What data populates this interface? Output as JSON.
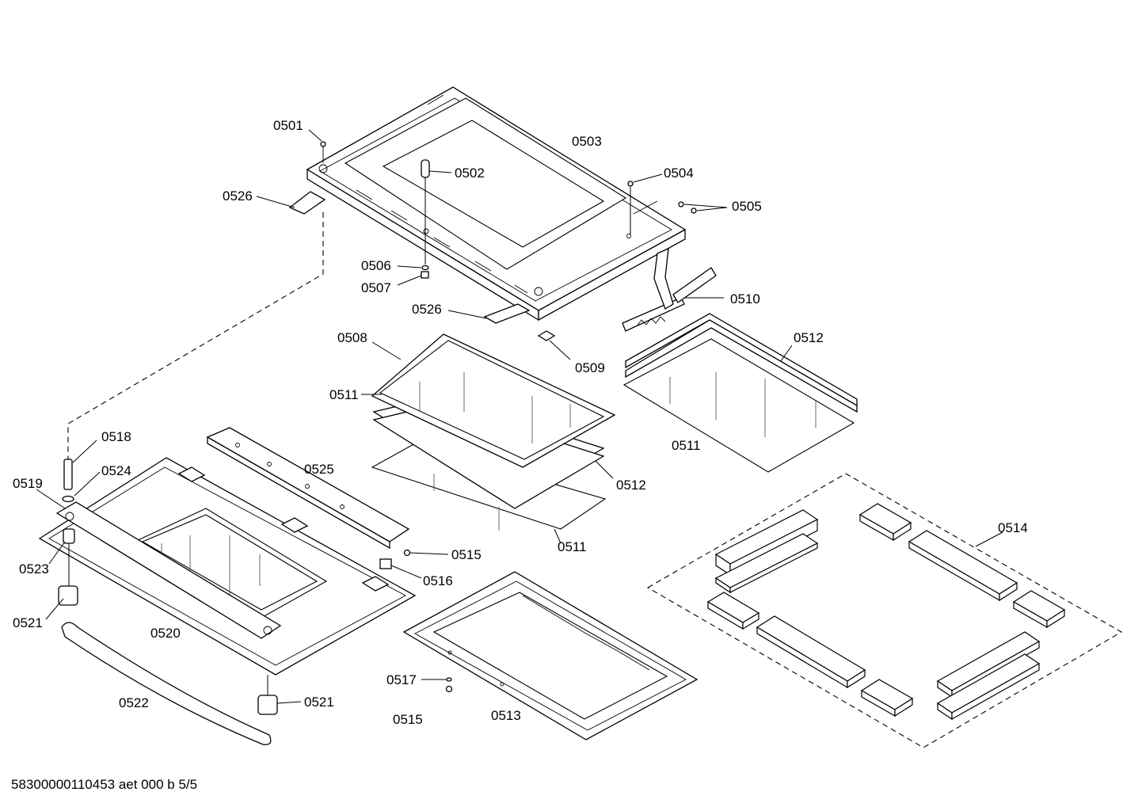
{
  "labels": {
    "p0501": "0501",
    "p0502": "0502",
    "p0503": "0503",
    "p0504": "0504",
    "p0505": "0505",
    "p0506": "0506",
    "p0507": "0507",
    "p0508": "0508",
    "p0509": "0509",
    "p0510": "0510",
    "p0511a": "0511",
    "p0511b": "0511",
    "p0511c": "0511",
    "p0512a": "0512",
    "p0512b": "0512",
    "p0513": "0513",
    "p0514": "0514",
    "p0515a": "0515",
    "p0515b": "0515",
    "p0516": "0516",
    "p0517": "0517",
    "p0518": "0518",
    "p0519": "0519",
    "p0520": "0520",
    "p0521a": "0521",
    "p0521b": "0521",
    "p0522": "0522",
    "p0523": "0523",
    "p0524": "0524",
    "p0525": "0525",
    "p0526a": "0526",
    "p0526b": "0526"
  },
  "footer": {
    "drawing_code": "58300000110453 aet 000 b 5/5"
  }
}
